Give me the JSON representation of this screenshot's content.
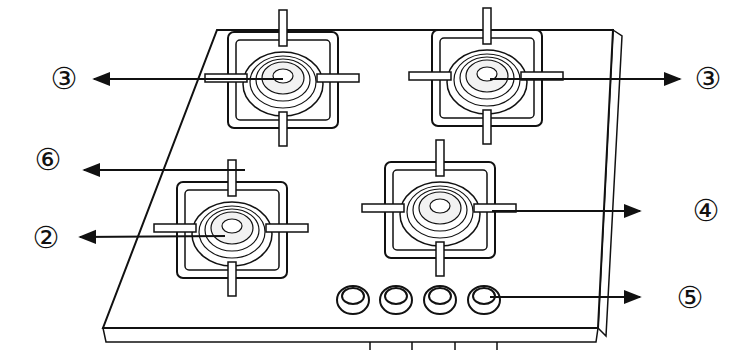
{
  "diagram": {
    "labels": [
      "③",
      "③",
      "⑥",
      "②",
      "④",
      "⑤"
    ]
  }
}
